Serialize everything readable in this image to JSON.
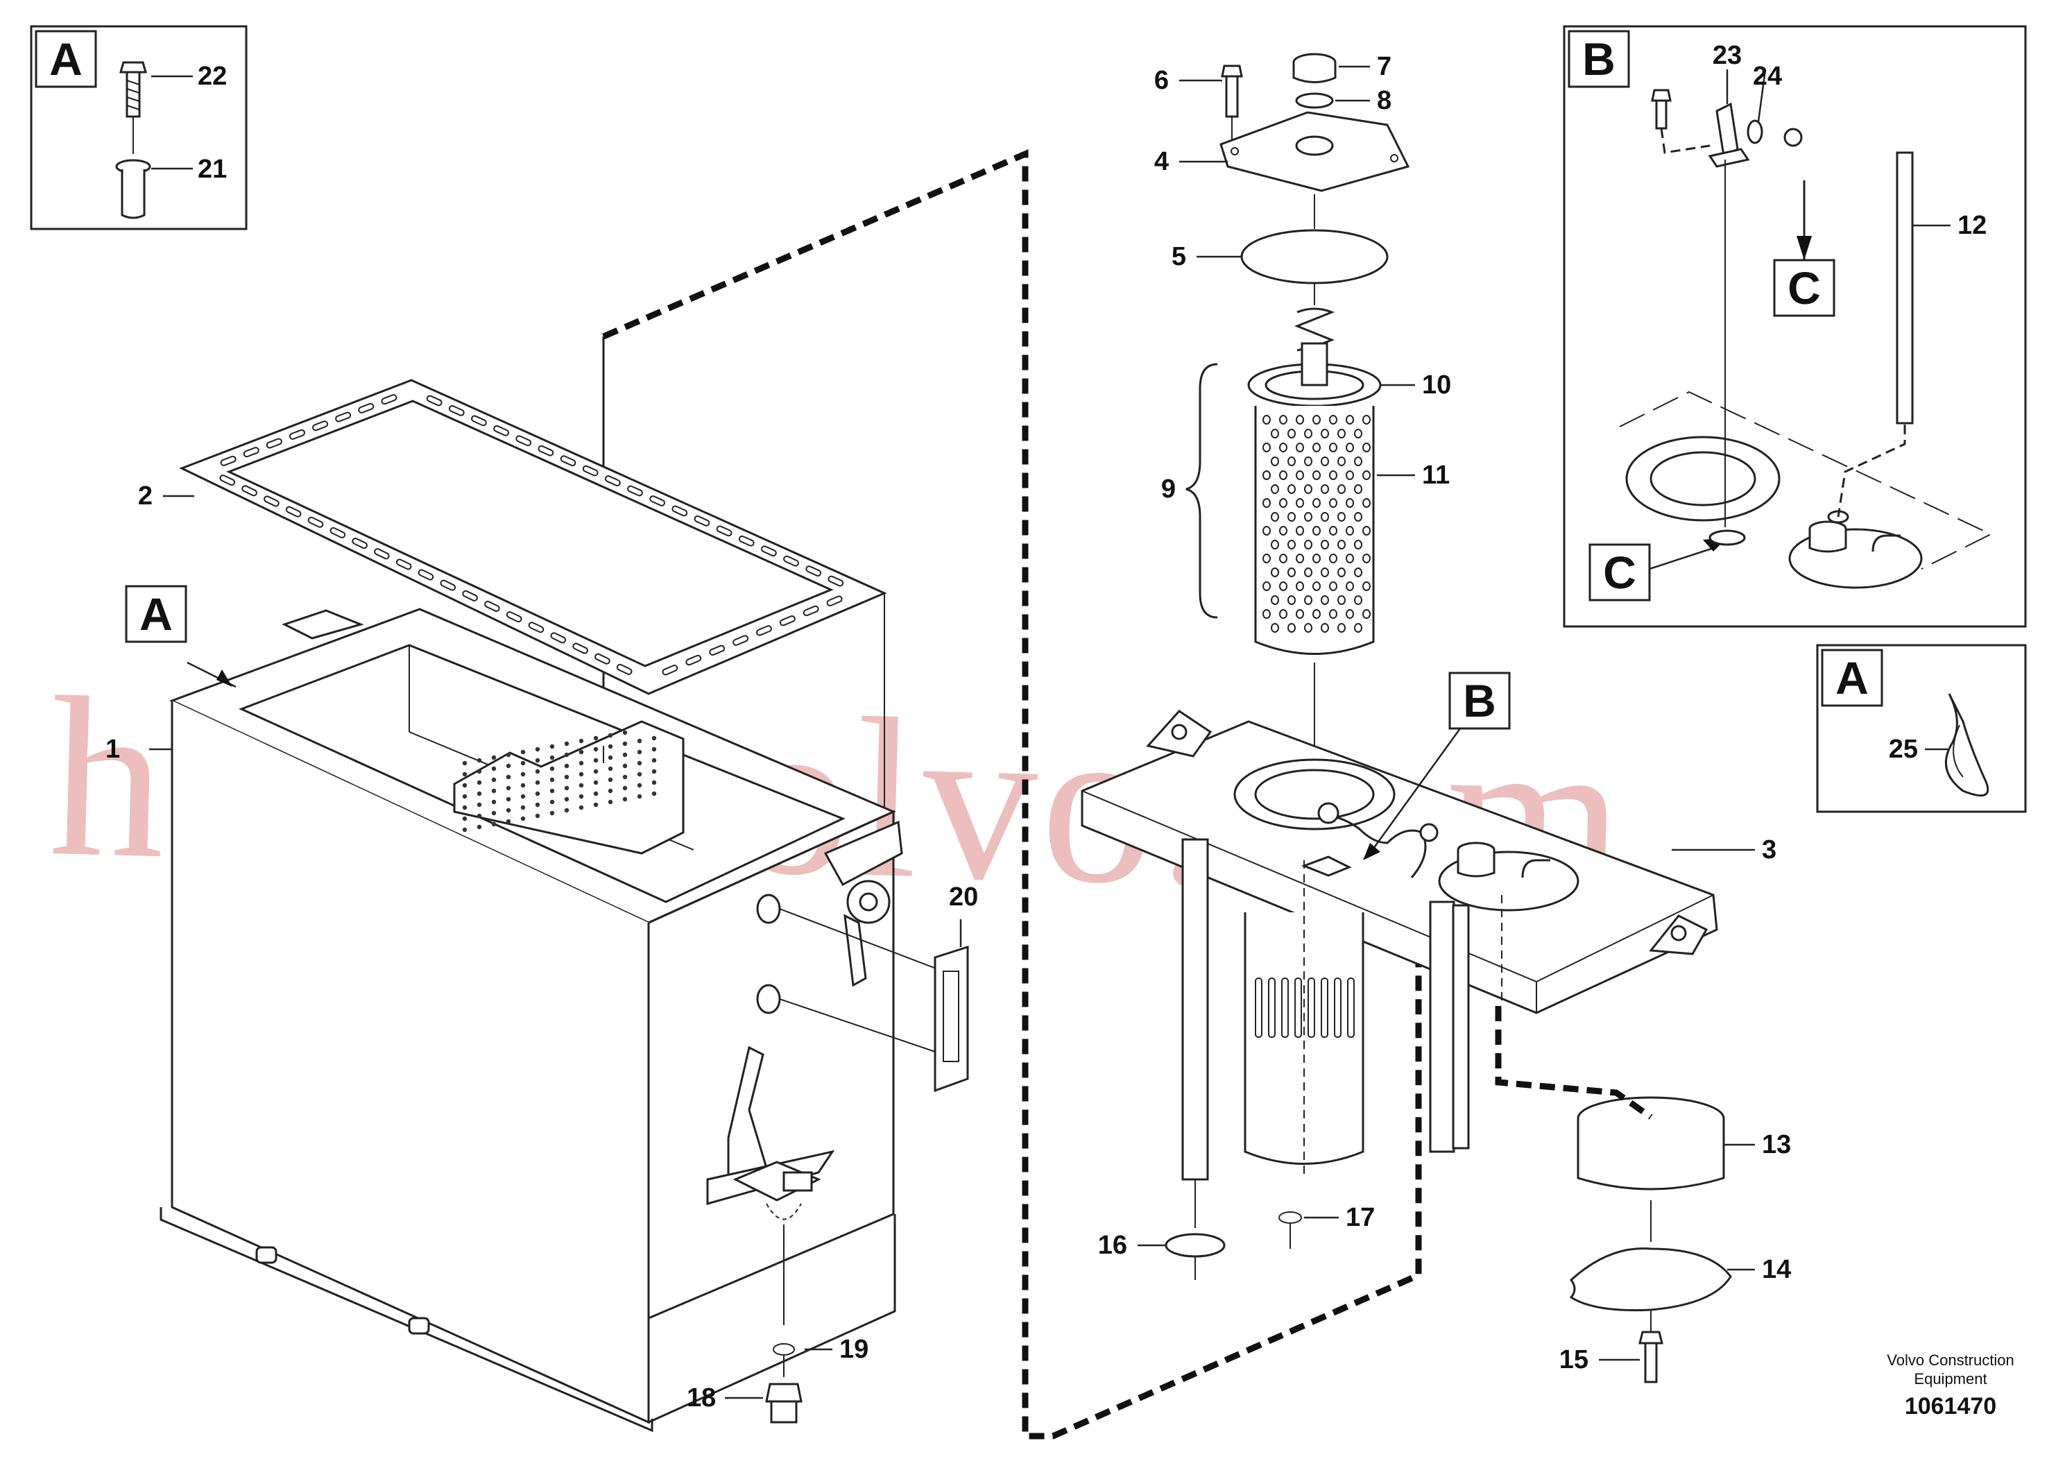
{
  "watermark": "heavyvolvo.com",
  "credit": {
    "line1": "Volvo Construction",
    "line2": "Equipment"
  },
  "drawing_number": "1061470",
  "callout_letters": {
    "a": "A",
    "b": "B",
    "c": "C"
  },
  "part_labels": {
    "p1": "1",
    "p2": "2",
    "p3": "3",
    "p4": "4",
    "p5": "5",
    "p6": "6",
    "p7": "7",
    "p8": "8",
    "p9": "9",
    "p10": "10",
    "p11": "11",
    "p12": "12",
    "p13": "13",
    "p14": "14",
    "p15": "15",
    "p16": "16",
    "p17": "17",
    "p18": "18",
    "p19": "19",
    "p20": "20",
    "p21": "21",
    "p22": "22",
    "p23": "23",
    "p24": "24",
    "p25": "25"
  }
}
